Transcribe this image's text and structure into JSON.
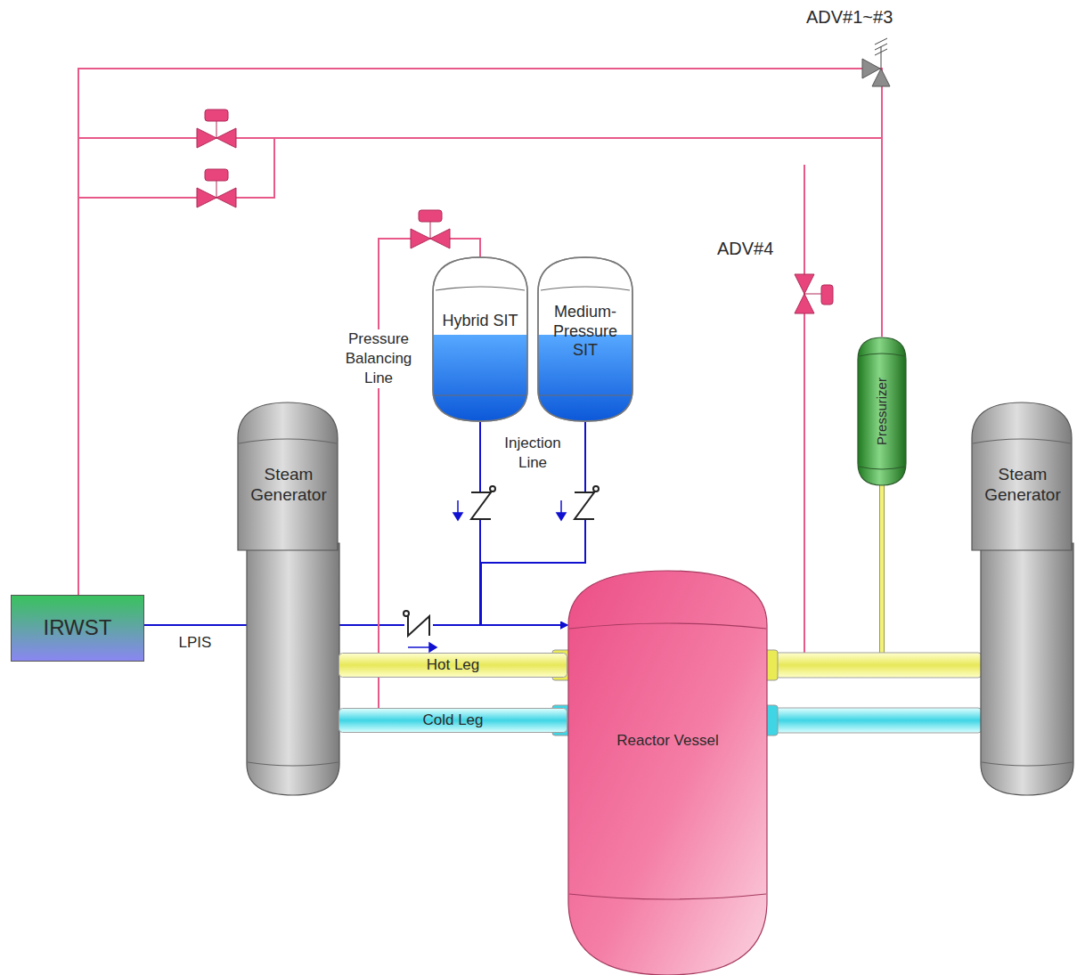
{
  "diagram": {
    "nodes": [
      {
        "text": [
          "Hybrid SIT"
        ]
      },
      {
        "text": [
          "Medium-Pressure SIT"
        ]
      },
      {
        "text": [
          "Steam Generator"
        ]
      },
      {
        "text": [
          "Pressurizer"
        ]
      },
      {
        "text": [
          "Steam Generator"
        ]
      },
      {
        "text": [
          "IRWST"
        ]
      },
      {
        "text": [
          "Reactor Vessel"
        ]
      },
      {
        "text": [
          "Hot Leg"
        ]
      },
      {
        "text": [
          "Cold Leg"
        ]
      }
    ],
    "edges": [
      {
        "from": 5,
        "to": 6,
        "arrow": "to"
      },
      {
        "from": 0,
        "to": 6,
        "arrow": "to"
      },
      {
        "from": 1,
        "to": 6,
        "arrow": "to"
      },
      {
        "from": 3,
        "to": 5,
        "arrow": "none"
      },
      {
        "from": 8,
        "to": 0,
        "arrow": "none"
      }
    ],
    "labels": [
      "ADV#1~#3",
      "ADV#4",
      "Pressure Balancing Line",
      "Injection Line",
      "LPIS"
    ]
  }
}
